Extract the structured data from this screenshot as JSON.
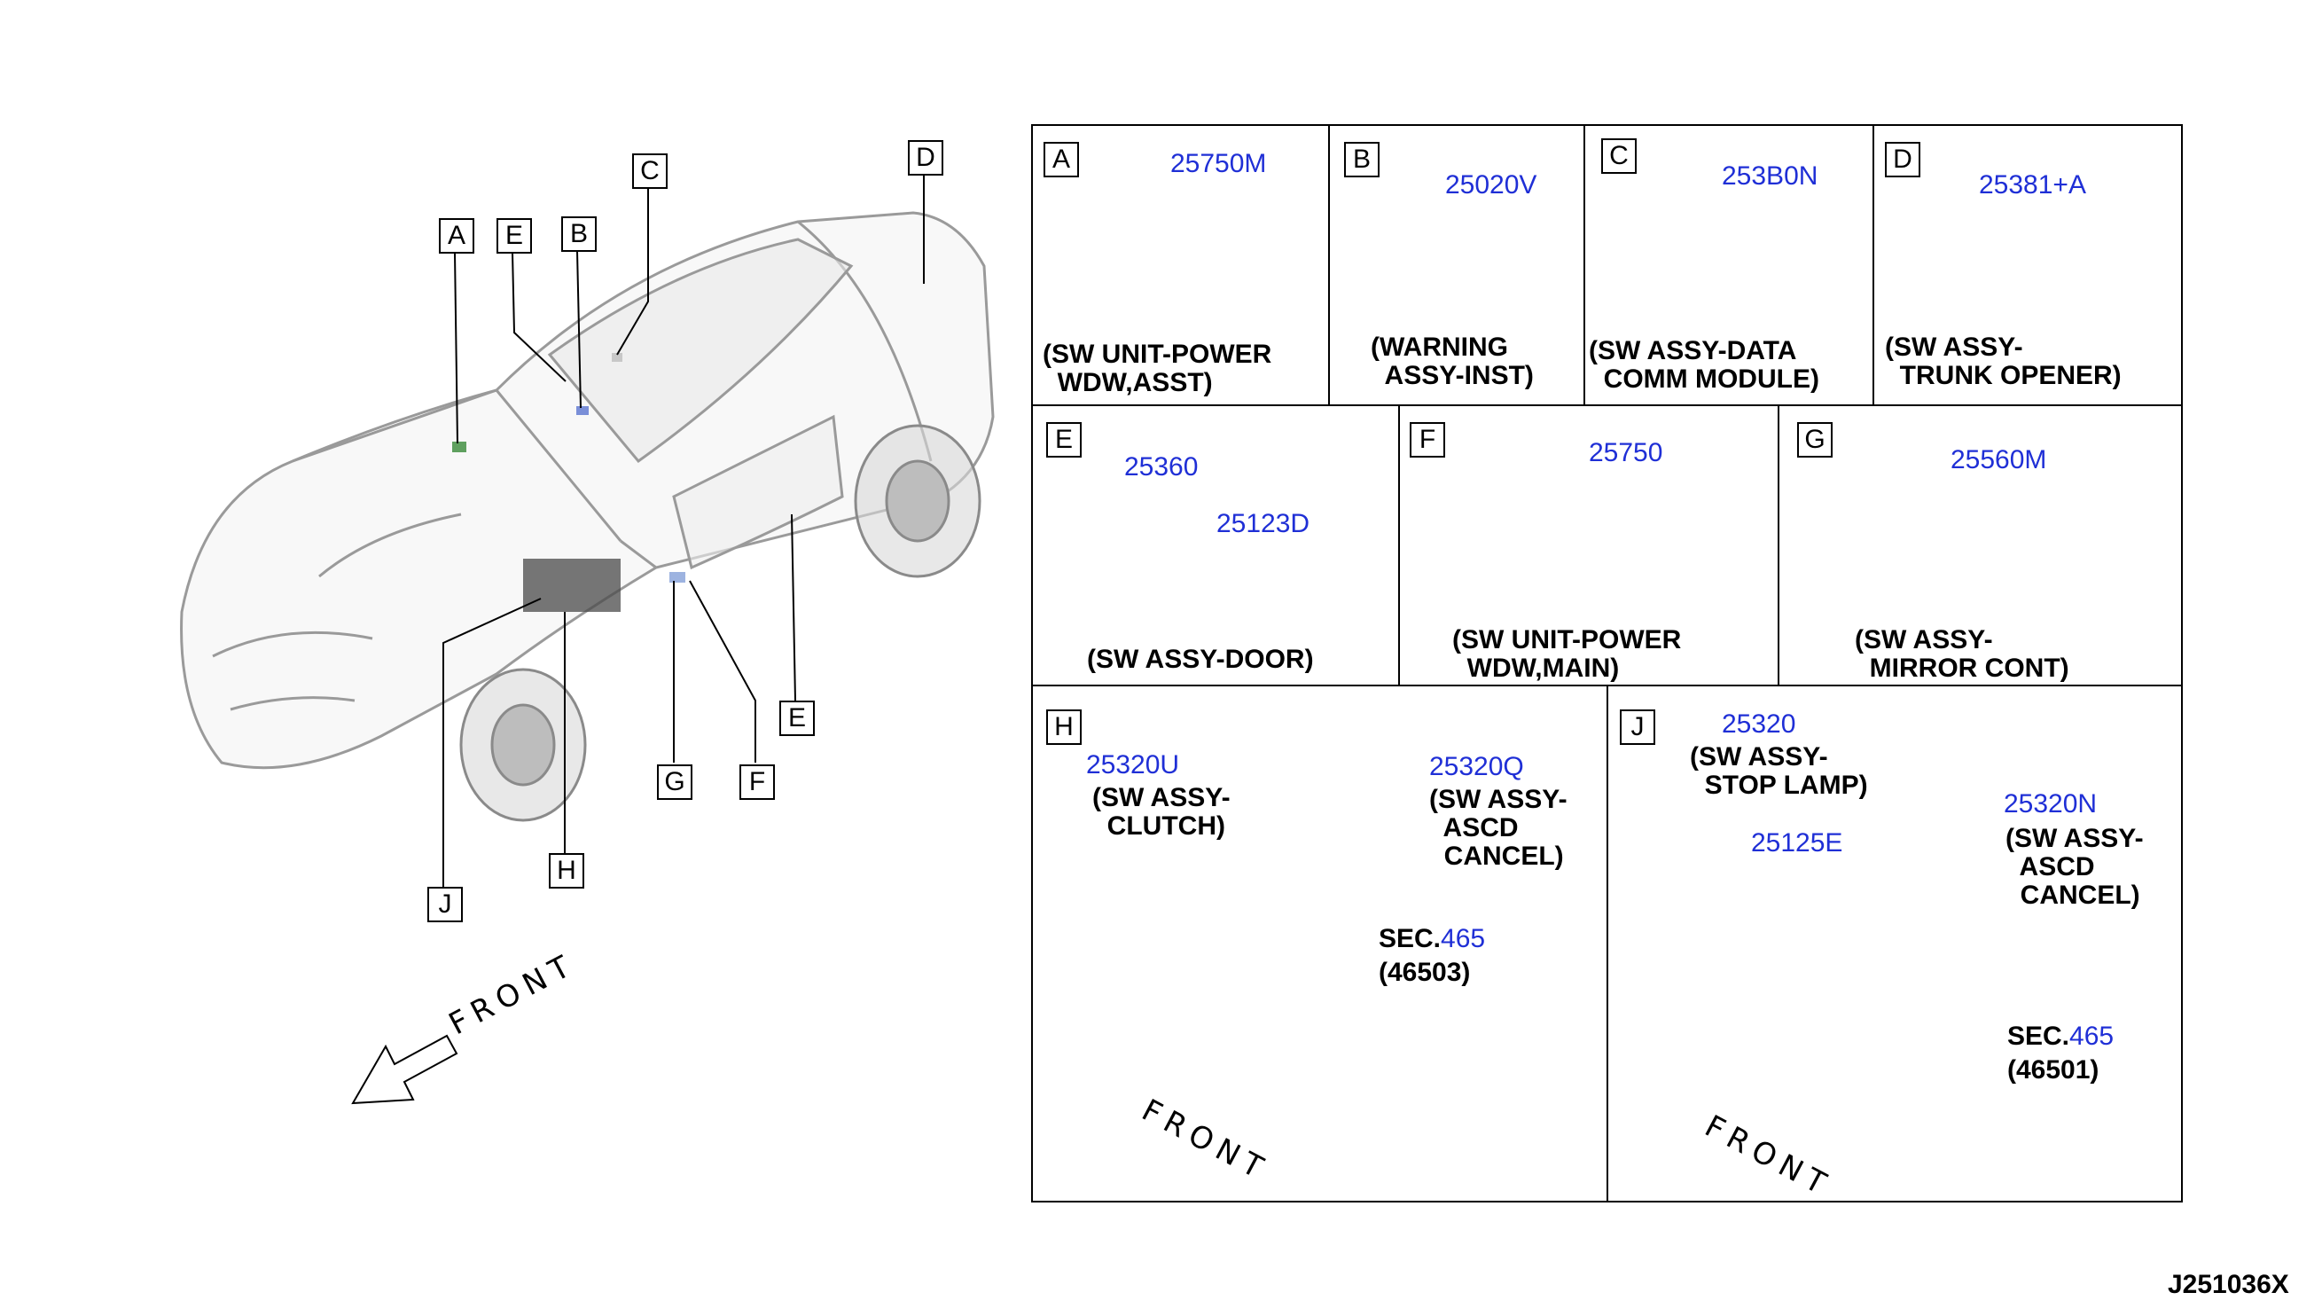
{
  "diagram_id": "J251036X",
  "front_label": "FRONT",
  "overview": {
    "callouts": [
      "A",
      "E",
      "B",
      "C",
      "D",
      "E",
      "F",
      "G",
      "H",
      "J"
    ]
  },
  "panels": {
    "A": {
      "letter": "A",
      "part": "25750M",
      "desc": "(SW UNIT-POWER\n  WDW,ASST)"
    },
    "B": {
      "letter": "B",
      "part": "25020V",
      "desc": "(WARNING\n  ASSY-INST)"
    },
    "C": {
      "letter": "C",
      "part": "253B0N",
      "desc": "(SW ASSY-DATA\n  COMM MODULE)"
    },
    "D": {
      "letter": "D",
      "part": "25381+A",
      "desc": "(SW ASSY-\n  TRUNK OPENER)"
    },
    "E": {
      "letter": "E",
      "part": "25360",
      "part2": "25123D",
      "desc": "(SW ASSY-DOOR)"
    },
    "F": {
      "letter": "F",
      "part": "25750",
      "desc": "(SW UNIT-POWER\n  WDW,MAIN)"
    },
    "G": {
      "letter": "G",
      "part": "25560M",
      "desc": "(SW ASSY-\n  MIRROR CONT)"
    },
    "H": {
      "letter": "H",
      "part": "25320U",
      "desc": "(SW ASSY-\n  CLUTCH)",
      "part2": "25320Q",
      "desc2": "(SW ASSY-\n  ASCD\n  CANCEL)",
      "sec_label": "SEC.",
      "sec_num": "465",
      "sec_code": "(46503)"
    },
    "J": {
      "letter": "J",
      "part": "25320",
      "desc": "(SW ASSY-\n  STOP LAMP)",
      "part2": "25125E",
      "part3": "25320N",
      "desc3": "(SW ASSY-\n  ASCD\n  CANCEL)",
      "sec_label": "SEC.",
      "sec_num": "465",
      "sec_code": "(46501)"
    }
  },
  "colors": {
    "part_number": "#1f2fd6",
    "line": "#000000"
  }
}
